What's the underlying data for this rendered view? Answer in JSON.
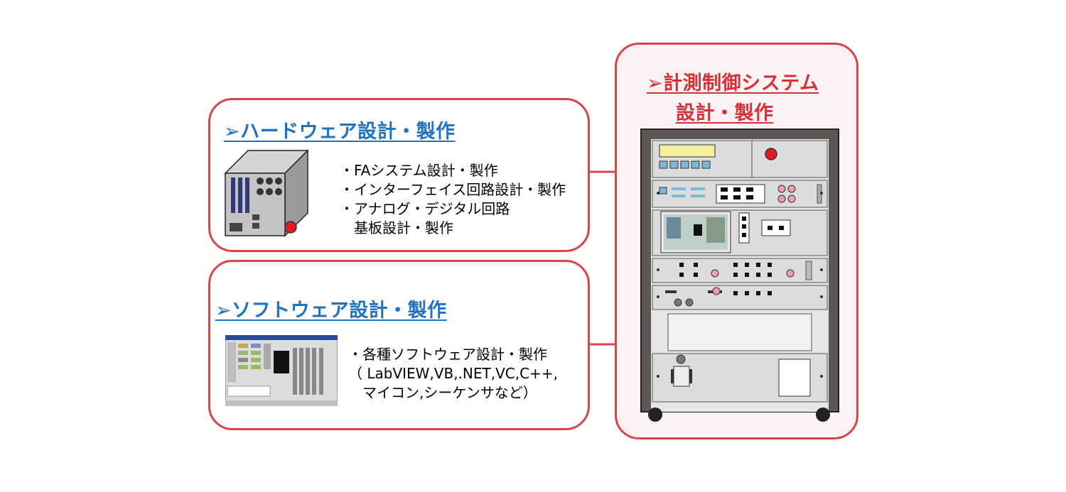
{
  "hardware": {
    "title": "➢ハードウェア設計・製作",
    "lines": [
      "・FAシステム設計・製作",
      "・インターフェイス回路設計・製作",
      "・アナログ・デジタル回路",
      "　基板設計・製作"
    ]
  },
  "software": {
    "title": "➢ソフトウェア設計・製作",
    "lines": [
      "・各種ソフトウェア設計・製作",
      "（ LabVIEW,VB,.NET,VC,C++,",
      "　マイコン,シーケンサなど）"
    ]
  },
  "system": {
    "title_line1": "➢計測制御システム",
    "title_line2": "設計・製作"
  },
  "colors": {
    "accent_red": "#d9444c",
    "title_blue": "#1f73c2",
    "title_red": "#d6303a",
    "system_bg": "#fdf2f3"
  }
}
